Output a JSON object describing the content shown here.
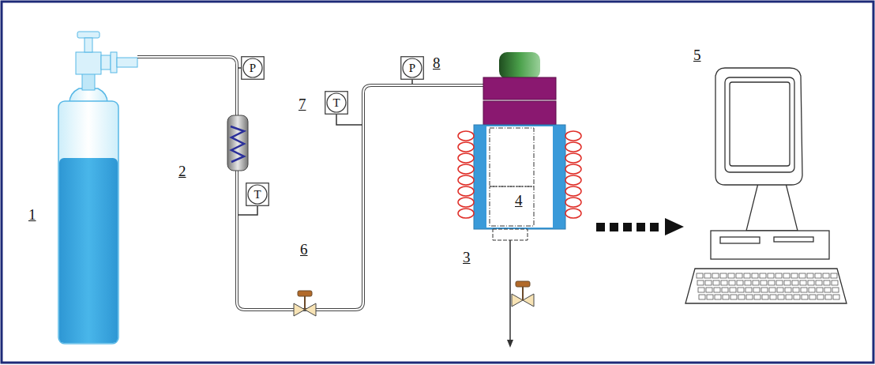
{
  "diagram": {
    "nodes": [
      {
        "text": [
          "P"
        ]
      },
      {
        "text": [
          "P"
        ]
      },
      {
        "text": [
          "T"
        ]
      },
      {
        "text": [
          "T"
        ]
      }
    ],
    "labels": [
      "1",
      "2",
      "3",
      "4",
      "5",
      "6",
      "7",
      "8"
    ]
  }
}
